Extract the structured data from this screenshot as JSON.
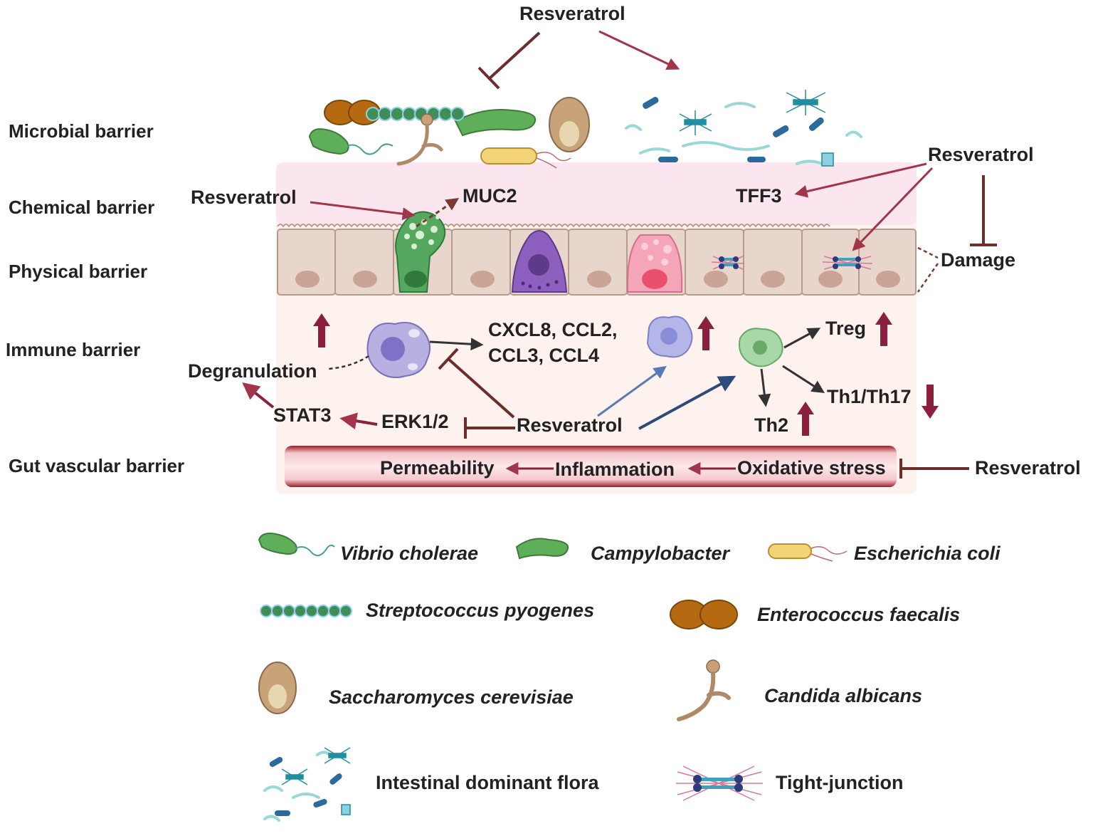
{
  "row_labels": {
    "microbial": "Microbial barrier",
    "chemical": "Chemical barrier",
    "physical": "Physical barrier",
    "immune": "Immune barrier",
    "vascular": "Gut vascular barrier"
  },
  "nodes": {
    "resveratrol_top": "Resveratrol",
    "resveratrol_right": "Resveratrol",
    "resveratrol_chem": "Resveratrol",
    "resveratrol_immune": "Resveratrol",
    "resveratrol_vascular": "Resveratrol",
    "muc2": "MUC2",
    "tff3": "TFF3",
    "damage": "Damage",
    "degranulation": "Degranulation",
    "chemokines_line1": "CXCL8, CCL2,",
    "chemokines_line2": "CCL3, CCL4",
    "stat3": "STAT3",
    "erk": "ERK1/2",
    "treg": "Treg",
    "th1_th17": "Th1/Th17",
    "th2": "Th2",
    "permeability": "Permeability",
    "inflammation": "Inflammation",
    "oxidative_stress": "Oxidative stress"
  },
  "legend": {
    "vibrio": "Vibrio cholerae",
    "campylobacter": "Campylobacter",
    "ecoli": "Escherichia coli",
    "streptococcus": "Streptococcus pyogenes",
    "enterococcus": "Enterococcus faecalis",
    "saccharomyces": "Saccharomyces cerevisiae",
    "candida": "Candida albicans",
    "flora": "Intestinal dominant flora",
    "tight_junction": "Tight-junction"
  },
  "colors": {
    "promote_arrow": "#a3354a",
    "inhibit_bar": "#6b2e2a",
    "activate_arrow": "#2c4a7c",
    "neutral_arrow": "#333333",
    "up_down_arrow": "#8c1f3d",
    "lumen_band": "#fbe9f2",
    "tissue": "#fdf2ee",
    "vessel": "#9c1d28",
    "cell_fill": "#e8d5cc",
    "nucleus": "#c9a393"
  }
}
